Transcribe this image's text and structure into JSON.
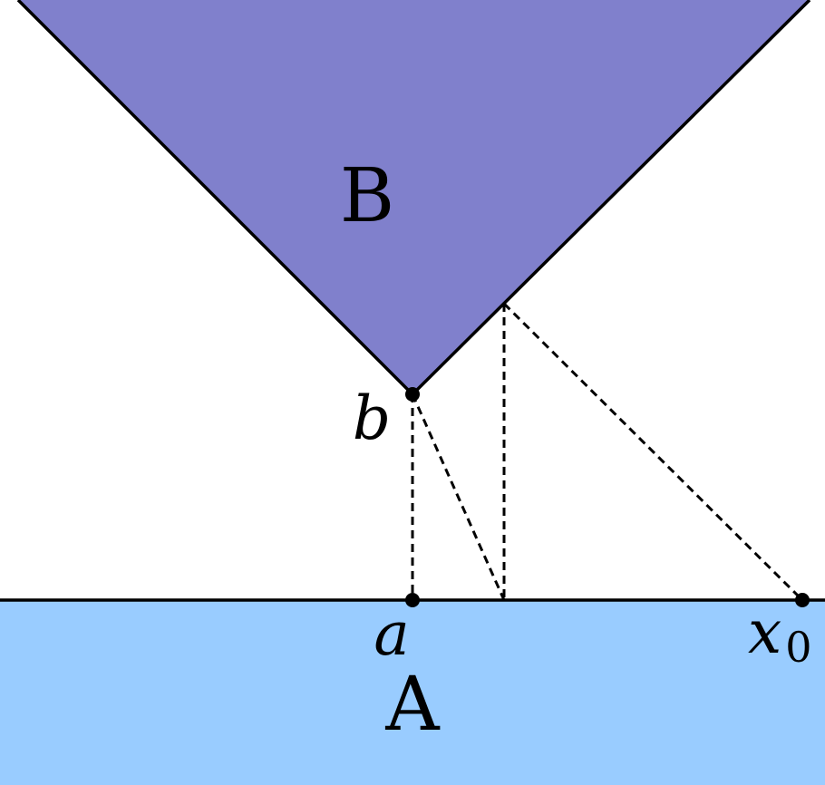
{
  "colors": {
    "region_A": "#99CCFF",
    "region_B": "#8080CC",
    "lines": "#000000"
  },
  "regions": {
    "A": "A",
    "B": "B"
  },
  "points": {
    "a": "a",
    "b": "b",
    "x0": "x",
    "x0_subscript": "0"
  }
}
